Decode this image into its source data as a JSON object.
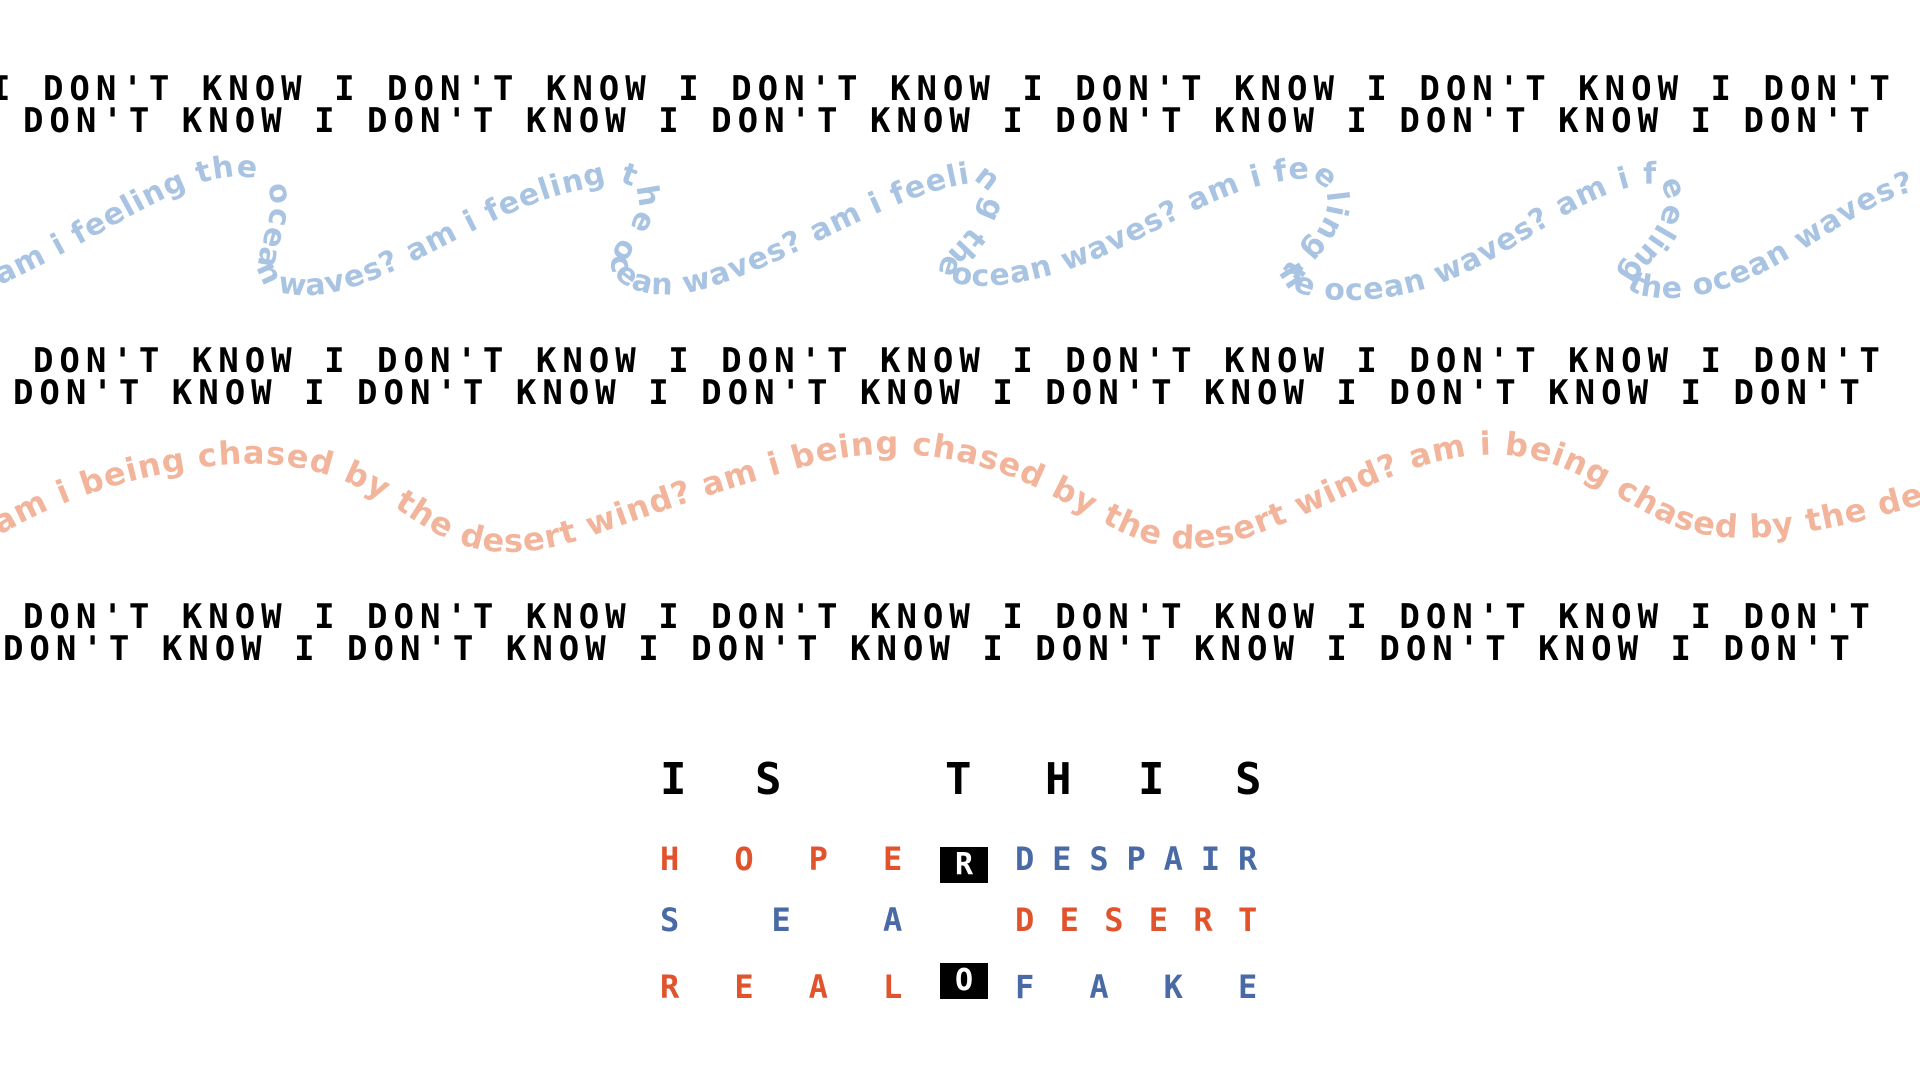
{
  "ticker_phrase": "I DON'T KNOW",
  "wave_blue": {
    "text": "am i feeling the ocean waves? am i feeling the ocean waves? am i feeling the ocean waves? am i feeling the ocean waves? am i feeling the ocean waves? am i feeling the ocean waves? am",
    "color": "#a9c4e2"
  },
  "wave_pink": {
    "text": "am i being chased by the desert wind? am i being chased by the desert wind? am i being chased by the desert wind? am i being chased by",
    "color": "#f2b49b"
  },
  "headline": {
    "word1": "IS",
    "word2": "THIS"
  },
  "rows": [
    {
      "left": "HOPE",
      "right": "DESPAIR",
      "left_color": "#e0532c",
      "right_color": "#4a6aa6"
    },
    {
      "left": "SEA",
      "right": "DESERT",
      "left_color": "#4a6aa6",
      "right_color": "#e0532c"
    },
    {
      "left": "REAL",
      "right": "FAKE",
      "left_color": "#e0532c",
      "right_color": "#4a6aa6"
    }
  ],
  "or_label": "OR",
  "colors": {
    "ink": "#000000",
    "background": "#ffffff",
    "accent_red": "#e0532c",
    "accent_blue": "#4a6aa6"
  }
}
